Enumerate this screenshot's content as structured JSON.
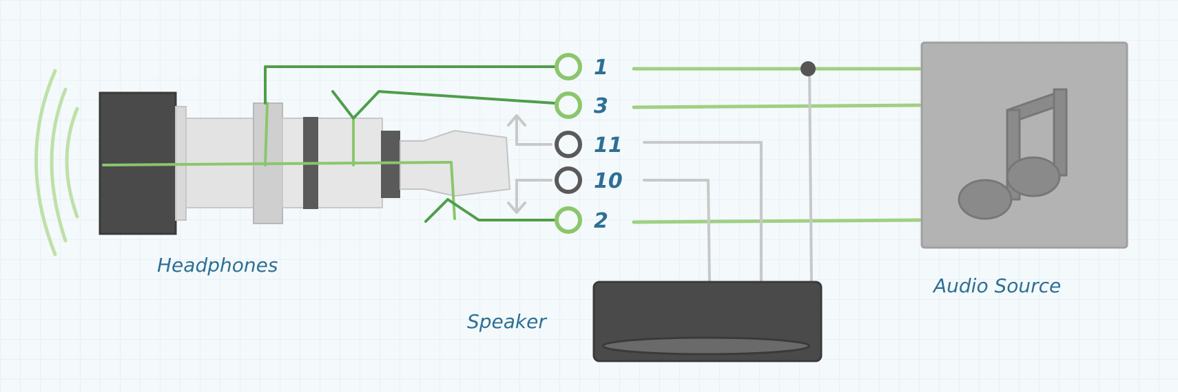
{
  "labels": {
    "headphones": "Headphones",
    "speaker": "Speaker",
    "audio_source": "Audio Source"
  },
  "pins": [
    {
      "num": "1",
      "state": "active"
    },
    {
      "num": "3",
      "state": "active"
    },
    {
      "num": "11",
      "state": "inactive"
    },
    {
      "num": "10",
      "state": "inactive"
    },
    {
      "num": "2",
      "state": "active"
    }
  ],
  "icons": {
    "audio_source": "music-note-icon",
    "sound_waves": "sound-waves-icon"
  },
  "colors": {
    "active_wire": "#8bc66c",
    "dark_wire": "#4e9e4a",
    "inactive_wire": "#c8c8c8",
    "inactive_pin": "#5a5a5a",
    "label_text": "#2e6f95",
    "speaker_body": "#4a4a4a",
    "audio_source_box": "#b3b3b3"
  }
}
